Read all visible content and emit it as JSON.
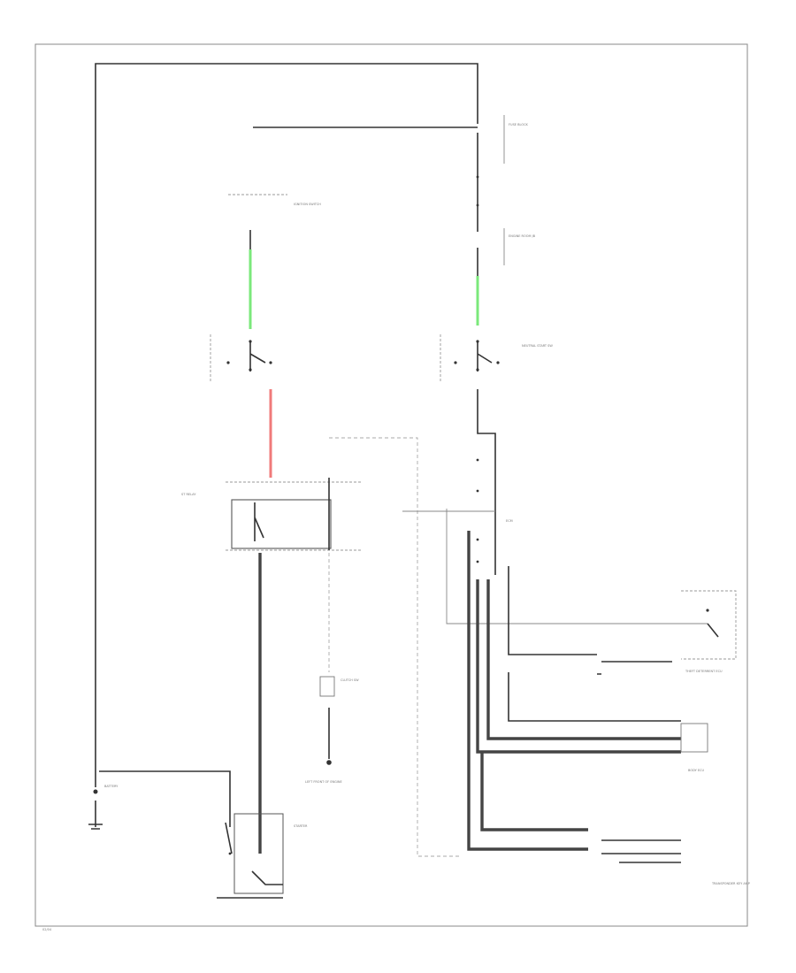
{
  "diagram": {
    "colors": {
      "wire": "#333333",
      "heavy_wire": "#444444",
      "green_wire": "#7be87b",
      "red_wire": "#f07a7a",
      "frame": "#888888"
    },
    "labels": {
      "battery": "BATTERY",
      "starter": "STARTER",
      "fusible_block": "FUSE BLOCK",
      "ignition_switch": "IGNITION SWITCH",
      "neutral_switch": "NEUTRAL START SW",
      "relay": "ST RELAY",
      "ecm": "ECM",
      "clutch_switch": "CLUTCH SW",
      "ground": "LEFT FRONT OF ENGINE",
      "engine_room_box": "ENGINE ROOM JB",
      "theft_module": "THEFT DETERRENT ECU",
      "body_ecu": "BODY ECU",
      "transponder": "TRANSPONDER KEY AMP",
      "page_ref": "02/04"
    }
  }
}
